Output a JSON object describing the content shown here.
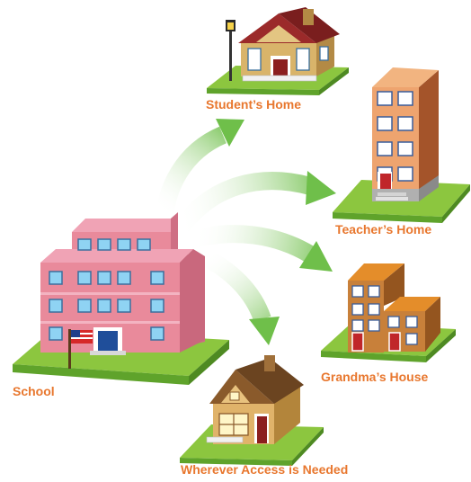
{
  "diagram": {
    "colors": {
      "label": "#e8772e",
      "grass": "#8cc63f",
      "arrow": "#6fbf4a",
      "school_wall": "#e98a9b",
      "school_roof": "#f0a3b5",
      "window": "#8fd3f3"
    },
    "labels": {
      "school": "School",
      "students_home": "Student’s Home",
      "teachers_home": "Teacher’s Home",
      "grandmas_house": "Grandma’s House",
      "wherever": "Wherever Access is Needed"
    },
    "icons": {
      "school": "school-building-icon",
      "students_home": "suburban-house-icon",
      "teachers_home": "apartment-tower-icon",
      "grandmas_house": "townhouse-icon",
      "wherever": "cottage-icon",
      "flag": "us-flag-icon"
    }
  }
}
